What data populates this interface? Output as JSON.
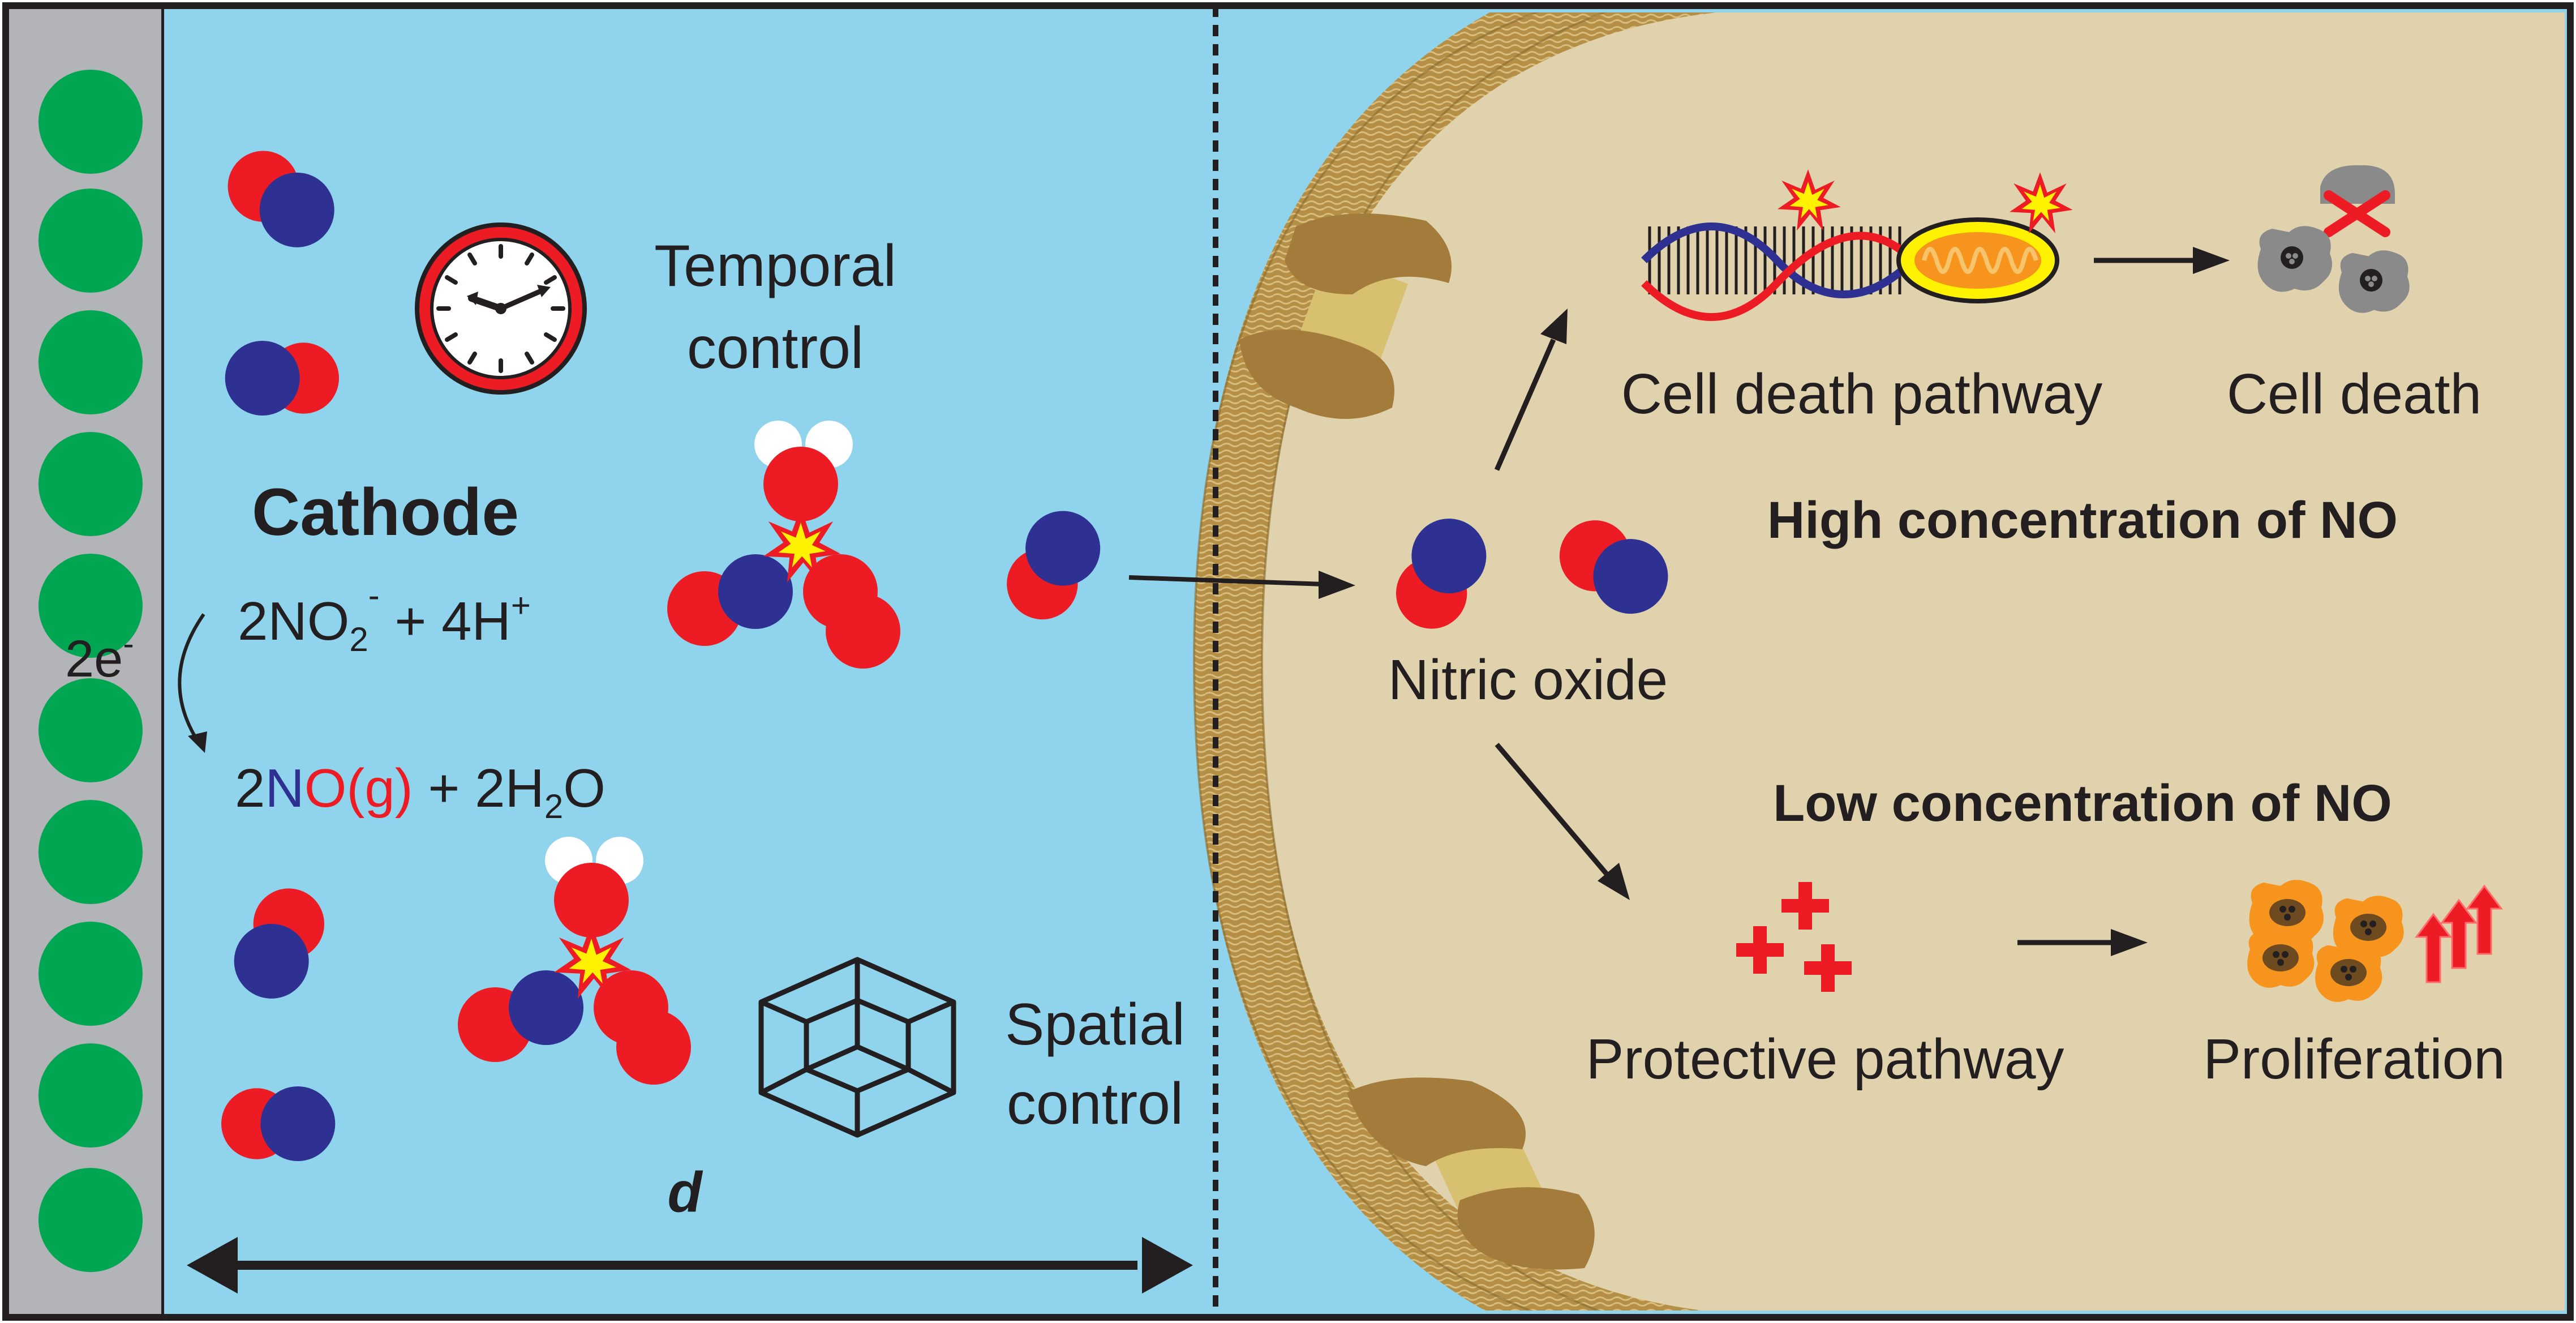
{
  "left_panel": {
    "cathode_label": "Cathode",
    "electrons": {
      "coef": "2e",
      "sup": "-"
    },
    "reaction": {
      "reactants": {
        "p1": "2NO",
        "p1_sub": "2",
        "p1_sup": "-",
        "p2": " + 4H",
        "p2_sup": "+"
      },
      "products": {
        "p1": "2",
        "p2": "N",
        "p3": "O(g)",
        "p4": " + 2H",
        "p4_sub": "2",
        "p5": "O"
      }
    },
    "temporal": {
      "line1": "Temporal",
      "line2": "control"
    },
    "spatial": {
      "line1": "Spatial",
      "line2": "control"
    },
    "distance_label": "d"
  },
  "right_panel": {
    "nitric_oxide": "Nitric oxide",
    "high_conc": "High concentration of NO",
    "low_conc": "Low concentration of NO",
    "cell_death_pathway": "Cell death pathway",
    "cell_death": "Cell death",
    "protective_pathway": "Protective pathway",
    "proliferation": "Proliferation"
  },
  "colors": {
    "electrode": "#b2b4b7",
    "electrode_dot": "#00a651",
    "medium": "#8fd4ec",
    "cytoplasm": "#e0d2ad",
    "membrane": "#b48f45",
    "protein": "#a37b3a",
    "oxygen": "#ed1c24",
    "nitrogen": "#2e3192",
    "cell_red": "#ec1c24",
    "cell_orange": "#f7941d",
    "cell_grey": "#8a8a8a"
  },
  "icons": [
    "clock-icon",
    "cube-icon",
    "dna-icon",
    "mitochondrion-icon",
    "explosion-icon",
    "plus-icon",
    "up-arrow-icon",
    "cell-icon"
  ]
}
